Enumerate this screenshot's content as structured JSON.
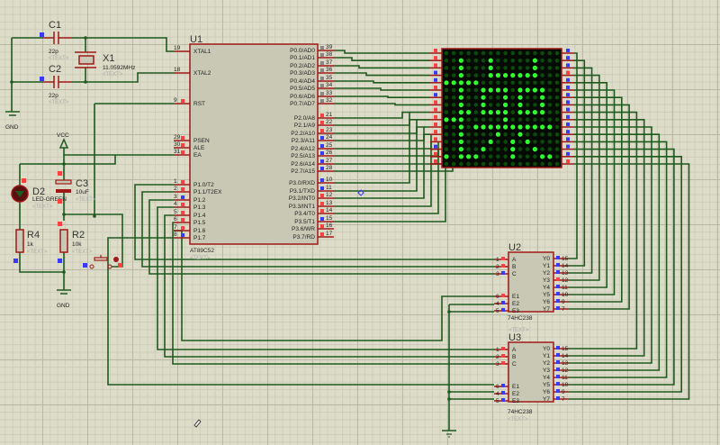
{
  "app": "Proteus ISIS schematic editor",
  "components": {
    "c1": {
      "ref": "C1",
      "value": "22p",
      "text": "<TEXT>"
    },
    "c2": {
      "ref": "C2",
      "value": "22p",
      "text": "<TEXT>"
    },
    "x1": {
      "ref": "X1",
      "value": "11.0592MHz",
      "text": "<TEXT>"
    },
    "c3": {
      "ref": "C3",
      "value": "10uF",
      "text": "<TEXT>"
    },
    "d2": {
      "ref": "D2",
      "value": "LED-GREEN",
      "text": "<TEXT>"
    },
    "r4": {
      "ref": "R4",
      "value": "1k",
      "text": "<TEXT>"
    },
    "r2": {
      "ref": "R2",
      "value": "10k",
      "text": "<TEXT>"
    },
    "gnd1": {
      "label": "GND"
    },
    "gnd2": {
      "label": "GND"
    },
    "vcc": {
      "label": "VCC"
    },
    "u1": {
      "ref": "U1",
      "part": "AT89C52",
      "text": "<TEXT>",
      "left_pins": [
        {
          "num": "19",
          "name": "XTAL1"
        },
        {
          "num": "18",
          "name": "XTAL2"
        },
        {
          "num": "9",
          "name": "RST"
        },
        {
          "num": "29",
          "name": "PSEN"
        },
        {
          "num": "30",
          "name": "ALE"
        },
        {
          "num": "31",
          "name": "EA"
        },
        {
          "num": "1",
          "name": "P1.0/T2"
        },
        {
          "num": "2",
          "name": "P1.1/T2EX"
        },
        {
          "num": "3",
          "name": "P1.2"
        },
        {
          "num": "4",
          "name": "P1.3"
        },
        {
          "num": "5",
          "name": "P1.4"
        },
        {
          "num": "6",
          "name": "P1.5"
        },
        {
          "num": "7",
          "name": "P1.6"
        },
        {
          "num": "8",
          "name": "P1.7"
        }
      ],
      "right_pins": [
        {
          "num": "39",
          "name": "P0.0/AD0"
        },
        {
          "num": "38",
          "name": "P0.1/AD1"
        },
        {
          "num": "37",
          "name": "P0.2/AD2"
        },
        {
          "num": "36",
          "name": "P0.3/AD3"
        },
        {
          "num": "35",
          "name": "P0.4/AD4"
        },
        {
          "num": "34",
          "name": "P0.5/AD5"
        },
        {
          "num": "33",
          "name": "P0.6/AD6"
        },
        {
          "num": "32",
          "name": "P0.7/AD7"
        },
        {
          "num": "21",
          "name": "P2.0/A8"
        },
        {
          "num": "22",
          "name": "P2.1/A9"
        },
        {
          "num": "23",
          "name": "P2.2/A10"
        },
        {
          "num": "24",
          "name": "P2.3/A11"
        },
        {
          "num": "25",
          "name": "P2.4/A12"
        },
        {
          "num": "26",
          "name": "P2.5/A13"
        },
        {
          "num": "27",
          "name": "P2.6/A14"
        },
        {
          "num": "28",
          "name": "P2.7/A15"
        },
        {
          "num": "10",
          "name": "P3.0/RXD"
        },
        {
          "num": "11",
          "name": "P3.1/TXD"
        },
        {
          "num": "12",
          "name": "P3.2/INT0"
        },
        {
          "num": "13",
          "name": "P3.3/INT1"
        },
        {
          "num": "14",
          "name": "P3.4/T0"
        },
        {
          "num": "15",
          "name": "P3.5/T1"
        },
        {
          "num": "16",
          "name": "P3.6/WR"
        },
        {
          "num": "17",
          "name": "P3.7/RD"
        }
      ]
    },
    "u2": {
      "ref": "U2",
      "part": "74HC238",
      "text": "<TEXT>",
      "left_pins": [
        {
          "num": "1",
          "name": "A"
        },
        {
          "num": "2",
          "name": "B"
        },
        {
          "num": "3",
          "name": "C"
        },
        {
          "num": "6",
          "name": "E1"
        },
        {
          "num": "4",
          "name": "E2"
        },
        {
          "num": "5",
          "name": "E3"
        }
      ],
      "right_pins": [
        {
          "num": "15",
          "name": "Y0"
        },
        {
          "num": "14",
          "name": "Y1"
        },
        {
          "num": "13",
          "name": "Y2"
        },
        {
          "num": "12",
          "name": "Y3"
        },
        {
          "num": "11",
          "name": "Y4"
        },
        {
          "num": "10",
          "name": "Y5"
        },
        {
          "num": "9",
          "name": "Y6"
        },
        {
          "num": "7",
          "name": "Y7"
        }
      ]
    },
    "u3": {
      "ref": "U3",
      "part": "74HC238",
      "text": "<TEXT>",
      "left_pins": [
        {
          "num": "1",
          "name": "A"
        },
        {
          "num": "2",
          "name": "B"
        },
        {
          "num": "3",
          "name": "C"
        },
        {
          "num": "6",
          "name": "E1"
        },
        {
          "num": "4",
          "name": "E2"
        },
        {
          "num": "5",
          "name": "E3"
        }
      ],
      "right_pins": [
        {
          "num": "15",
          "name": "Y0"
        },
        {
          "num": "14",
          "name": "Y1"
        },
        {
          "num": "13",
          "name": "Y2"
        },
        {
          "num": "12",
          "name": "Y3"
        },
        {
          "num": "11",
          "name": "Y4"
        },
        {
          "num": "10",
          "name": "Y5"
        },
        {
          "num": "9",
          "name": "Y6"
        },
        {
          "num": "7",
          "name": "Y7"
        }
      ]
    }
  },
  "matrix": {
    "rows": 16,
    "cols": 16,
    "pattern": [
      "0000000000000000",
      "0010001000001000",
      "0010001000001000",
      "0010001111111000",
      "1111100000000000",
      "0010011110111100",
      "0010010010100100",
      "0010010010100100",
      "0011011110111100",
      "1110000010000000",
      "0010111111111110",
      "0010000100100000",
      "0010001001010000",
      "0010010001001000",
      "1011100001000110",
      "0000000000000000"
    ],
    "lit_color": "#30ff30",
    "dim_color": "#0b4a0b"
  },
  "colors": {
    "wire": "#1f5a1f",
    "component": "#a01818",
    "pin_high": "#ff4040",
    "pin_low": "#3a3aff",
    "body": "#c8c8b4"
  }
}
